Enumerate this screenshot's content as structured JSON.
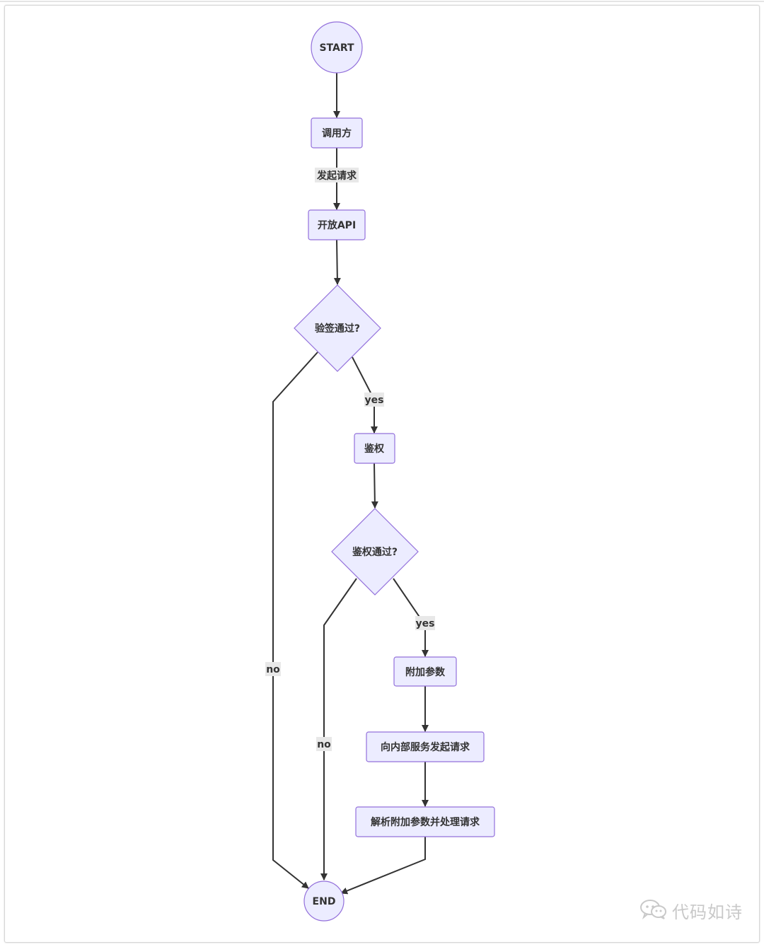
{
  "nodes": {
    "start": "START",
    "caller": "调用方",
    "open_api": "开放API",
    "sign_check": "验签通过?",
    "auth": "鉴权",
    "auth_check": "鉴权通过?",
    "attach_params": "附加参数",
    "request_internal": "向内部服务发起请求",
    "parse_process": "解析附加参数并处理请求",
    "end": "END"
  },
  "edge_labels": {
    "caller_to_api": "发起请求",
    "sign_yes": "yes",
    "sign_no": "no",
    "auth_yes": "yes",
    "auth_no": "no"
  },
  "colors": {
    "node_fill": "#ececff",
    "node_stroke": "#9370db",
    "edge": "#333333"
  },
  "watermark": {
    "icon": "wechat-icon",
    "text": "代码如诗"
  }
}
